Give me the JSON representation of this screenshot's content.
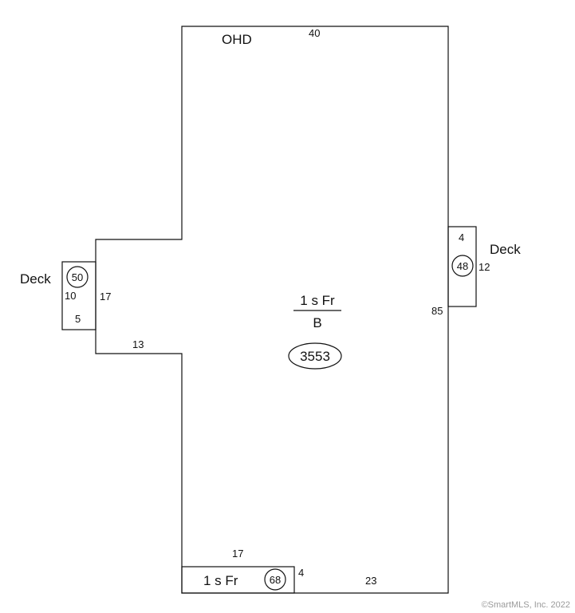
{
  "main_area": {
    "label_top": "1 s Fr",
    "label_bottom": "B",
    "area": "3553",
    "garage_label": "OHD",
    "dimensions": {
      "top": "40",
      "right": "85",
      "bottom": "23",
      "left_wing_height": "17",
      "left_wing_width": "13",
      "bottom_section_width": "17"
    }
  },
  "left_deck": {
    "label": "Deck",
    "area": "50",
    "width": "10",
    "depth": "5"
  },
  "right_deck": {
    "label": "Deck",
    "area": "48",
    "width": "4",
    "height": "12"
  },
  "bottom_section": {
    "label": "1 s Fr",
    "area": "68",
    "depth": "4"
  },
  "footer": {
    "copyright": "©SmartMLS, Inc.  2022"
  }
}
